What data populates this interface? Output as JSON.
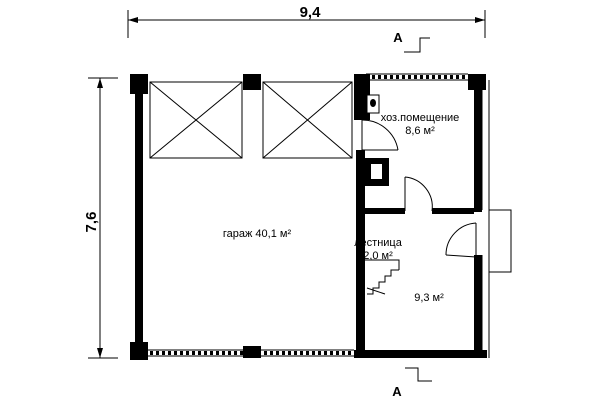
{
  "dimensions": {
    "width": "9,4",
    "height": "7,6"
  },
  "section_marks": {
    "top": "А",
    "bottom": "А"
  },
  "rooms": {
    "garage": "гараж 40,1 м²",
    "utility_name": "хоз.помещение",
    "utility_area": "8,6 м²",
    "stair_name": "лестница",
    "stair_area": "2,0 м²",
    "room_area": "9,3 м²"
  },
  "colors": {
    "ink": "#000000",
    "background": "#ffffff"
  }
}
